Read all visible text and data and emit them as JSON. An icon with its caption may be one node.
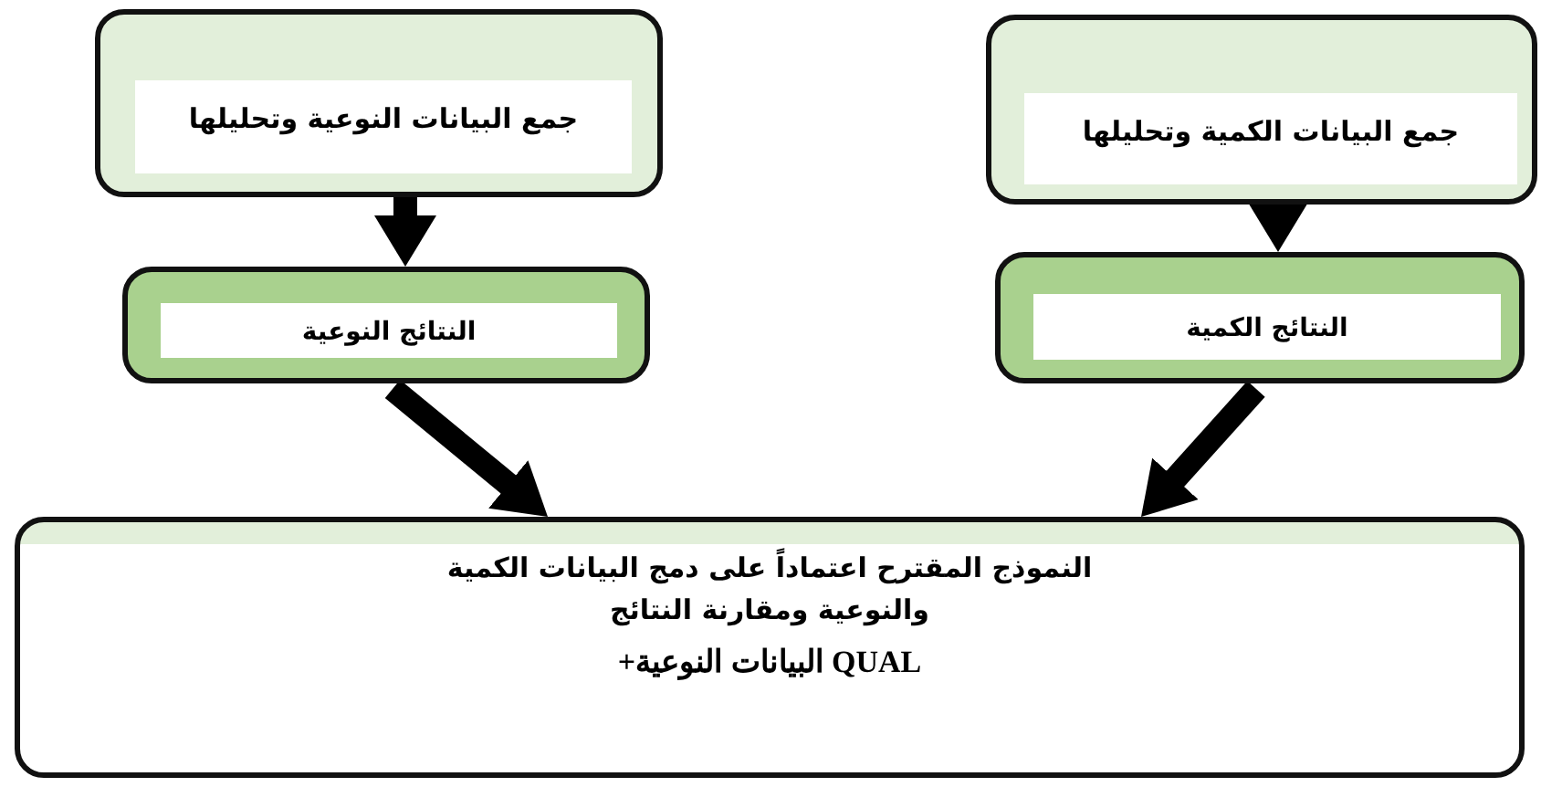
{
  "diagram": {
    "nodes": [
      {
        "text": [
          "جمع البيانات النوعية وتحليلها"
        ]
      },
      {
        "text": [
          "النتائج النوعية"
        ]
      },
      {
        "text": [
          "جمع البيانات الكمية وتحليلها"
        ]
      },
      {
        "text": [
          "النتائج الكمية"
        ]
      },
      {
        "text": [
          "النموذج المقترح اعتماداً على دمج البيانات الكمية والنوعية ومقارنة النتائج",
          "QUAL البيانات النوعية+"
        ]
      }
    ],
    "edges": [
      {
        "from": 0,
        "to": 1,
        "arrow": "to"
      },
      {
        "from": 2,
        "to": 3,
        "arrow": "to"
      },
      {
        "from": 1,
        "to": 4,
        "arrow": "to"
      },
      {
        "from": 3,
        "to": 4,
        "arrow": "to"
      }
    ]
  }
}
